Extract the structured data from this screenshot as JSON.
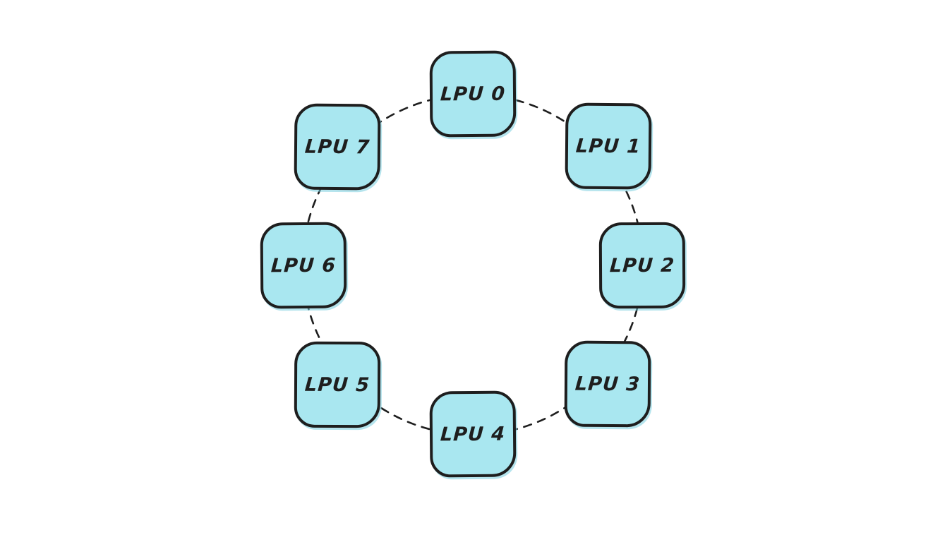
{
  "diagram": {
    "type": "ring-topology",
    "style": "hand-drawn",
    "nodes": [
      {
        "id": "lpu-0",
        "label": "LPU 0"
      },
      {
        "id": "lpu-1",
        "label": "LPU 1"
      },
      {
        "id": "lpu-2",
        "label": "LPU 2"
      },
      {
        "id": "lpu-3",
        "label": "LPU 3"
      },
      {
        "id": "lpu-4",
        "label": "LPU 4"
      },
      {
        "id": "lpu-5",
        "label": "LPU 5"
      },
      {
        "id": "lpu-6",
        "label": "LPU 6"
      },
      {
        "id": "lpu-7",
        "label": "LPU 7"
      }
    ],
    "edges": [
      [
        "LPU 0",
        "LPU 1"
      ],
      [
        "LPU 1",
        "LPU 2"
      ],
      [
        "LPU 2",
        "LPU 3"
      ],
      [
        "LPU 3",
        "LPU 4"
      ],
      [
        "LPU 4",
        "LPU 5"
      ],
      [
        "LPU 5",
        "LPU 6"
      ],
      [
        "LPU 6",
        "LPU 7"
      ],
      [
        "LPU 7",
        "LPU 0"
      ]
    ],
    "edge_style": "dashed"
  },
  "colors": {
    "background": "#ffffff",
    "node_fill": "#a9e7f0",
    "node_stroke": "#1e1e1e",
    "edge_stroke": "#1e1e1e",
    "label_text": "#1e1e1e"
  }
}
